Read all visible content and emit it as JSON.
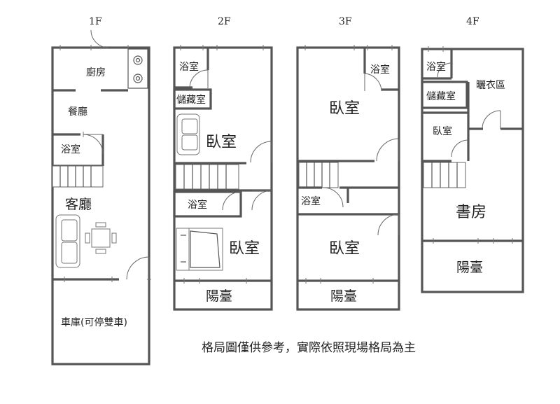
{
  "floors": {
    "f1": {
      "title": "1F",
      "rooms": {
        "kitchen": "廚房",
        "dining": "餐廳",
        "bath": "浴室",
        "living": "客廳",
        "garage": "車庫(可停雙車)"
      }
    },
    "f2": {
      "title": "2F",
      "rooms": {
        "bath_top": "浴室",
        "storage": "儲藏室",
        "bedroom_top": "臥室",
        "bath_mid": "浴室",
        "bedroom_bottom": "臥室",
        "balcony": "陽臺"
      }
    },
    "f3": {
      "title": "3F",
      "rooms": {
        "bath_top": "浴室",
        "bedroom_top": "臥室",
        "bath_mid": "浴室",
        "bedroom_bottom": "臥室",
        "balcony": "陽臺"
      }
    },
    "f4": {
      "title": "4F",
      "rooms": {
        "bath": "浴室",
        "storage": "儲藏室",
        "laundry": "曬衣區",
        "bedroom": "臥室",
        "study": "書房",
        "balcony": "陽臺"
      }
    }
  },
  "note": "格局圖僅供參考，實際依照現場格局為主",
  "colors": {
    "wall": "#555555",
    "background": "#ffffff",
    "text": "#222222"
  }
}
